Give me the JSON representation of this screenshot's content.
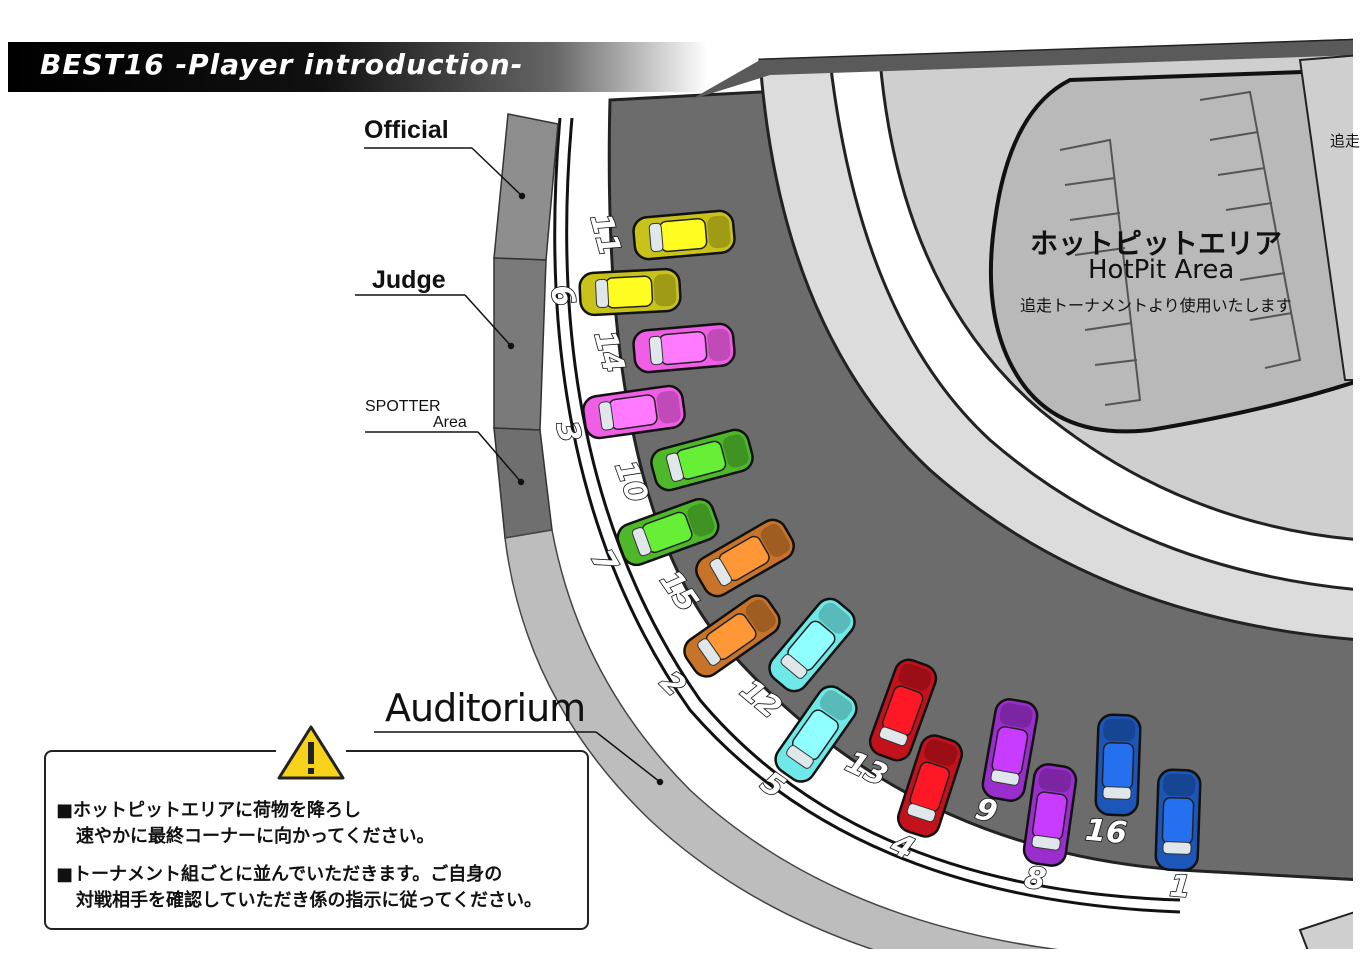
{
  "header": {
    "title": "BEST16 -Player introduction-"
  },
  "labels": {
    "official": "Official",
    "judge": "Judge",
    "spotter_line1": "SPOTTER",
    "spotter_line2": "Area",
    "auditorium": "Auditorium"
  },
  "hotpit": {
    "title_jp": "ホットピットエリア",
    "title_en": "HotPit Area",
    "note": "追走トーナメントより使用いたします",
    "edge_text": "追走"
  },
  "notice": {
    "icon": "warning-icon",
    "line1": "■ホットピットエリアに荷物を降ろし",
    "line2": "速やかに最終コーナーに向かってください。",
    "line3": "■トーナメント組ごとに並んでいただきます。ご自身の",
    "line4": "対戦相手を確認していただき係の指示に従ってください。"
  },
  "cars": [
    {
      "number": "11",
      "color": "#c8c21a"
    },
    {
      "number": "6",
      "color": "#c8c21a"
    },
    {
      "number": "14",
      "color": "#f05ee6"
    },
    {
      "number": "3",
      "color": "#f05ee6"
    },
    {
      "number": "10",
      "color": "#4fb82a"
    },
    {
      "number": "7",
      "color": "#4fb82a"
    },
    {
      "number": "15",
      "color": "#c7742a"
    },
    {
      "number": "2",
      "color": "#c7742a"
    },
    {
      "number": "12",
      "color": "#6fe8e8"
    },
    {
      "number": "5",
      "color": "#6fe8e8"
    },
    {
      "number": "13",
      "color": "#c3121c"
    },
    {
      "number": "4",
      "color": "#c3121c"
    },
    {
      "number": "9",
      "color": "#9a2ecc"
    },
    {
      "number": "8",
      "color": "#9a2ecc"
    },
    {
      "number": "16",
      "color": "#1c56b8"
    },
    {
      "number": "1",
      "color": "#1c56b8"
    }
  ]
}
